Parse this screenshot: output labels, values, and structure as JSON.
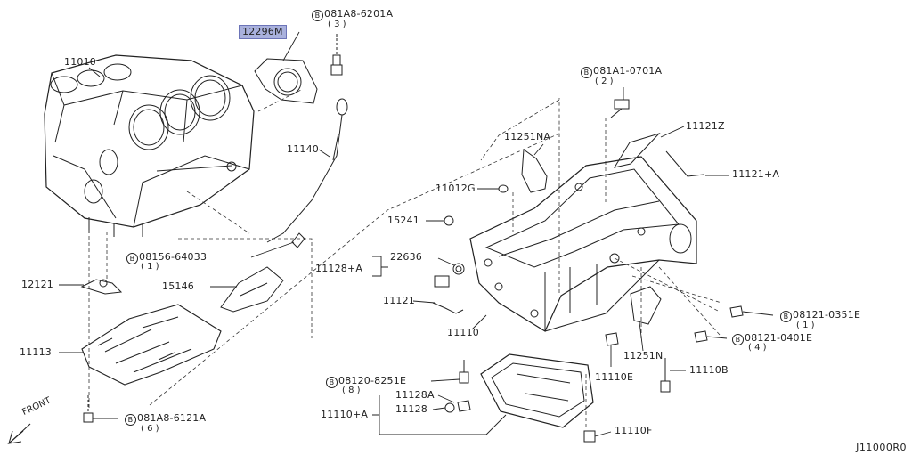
{
  "labels": {
    "part_12296M": "12296M",
    "bolt_081A8_6201A": "081A8-6201A",
    "bolt_081A8_6201A_qty": "( 3 )",
    "part_11010": "11010",
    "part_11140": "11140",
    "bolt_081A1_0701A": "081A1-0701A",
    "bolt_081A1_0701A_qty": "( 2 )",
    "part_11121Z": "11121Z",
    "part_11251NA": "11251NA",
    "part_11121A": "11121+A",
    "part_11012G": "11012G",
    "part_15241": "15241",
    "bolt_08156_64033": "08156-64033",
    "bolt_08156_64033_qty": "( 1 )",
    "part_12121": "12121",
    "part_22636": "22636",
    "part_11128A_group": "11128+A",
    "part_15146": "15146",
    "part_11121": "11121",
    "part_11110": "11110",
    "part_11113": "11113",
    "bolt_08121_0351E": "08121-0351E",
    "bolt_08121_0351E_qty": "( 1 )",
    "bolt_08121_0401E": "08121-0401E",
    "bolt_08121_0401E_qty": "( 4 )",
    "part_11251N": "11251N",
    "bolt_08120_8251E": "08120-8251E",
    "bolt_08120_8251E_qty": "( 8 )",
    "part_11110E": "11110E",
    "part_11110B": "11110B",
    "part_11128A": "11128A",
    "part_11128": "11128",
    "part_11110A": "11110+A",
    "bolt_081A8_6121A": "081A8-6121A",
    "bolt_081A8_6121A_qty": "( 6 )",
    "part_11110F": "11110F",
    "front": "FRONT",
    "diagram_id": "J11000R0",
    "bolt_prefix": "B"
  }
}
